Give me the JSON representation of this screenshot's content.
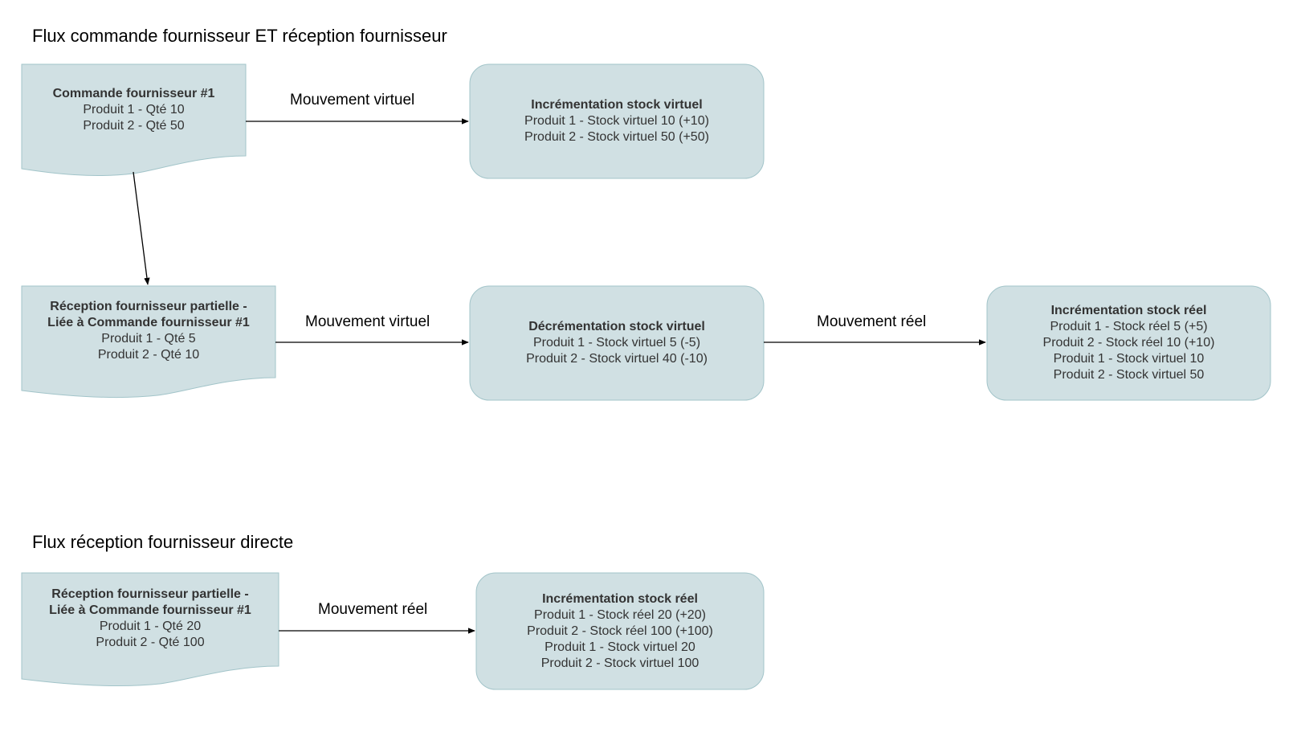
{
  "colors": {
    "node_fill": "#d0e0e3",
    "node_stroke": "#a2c4c9",
    "edge": "#000000",
    "text": "#333333"
  },
  "sections": {
    "order_flow_title": "Flux commande fournisseur ET réception fournisseur",
    "direct_flow_title": "Flux réception fournisseur directe"
  },
  "nodes": {
    "order1": {
      "lines": [
        "Commande fournisseur #1",
        "Produit 1 - Qté 10",
        "Produit 2 - Qté 50"
      ]
    },
    "inc_virtual": {
      "lines": [
        "Incrémentation stock virtuel",
        "Produit 1 - Stock virtuel 10 (+10)",
        "Produit 2 - Stock virtuel 50 (+50)"
      ]
    },
    "partial_reception": {
      "lines": [
        "Réception fournisseur partielle -",
        "Liée à Commande fournisseur #1",
        "Produit 1 - Qté 5",
        "Produit 2 - Qté 10"
      ]
    },
    "dec_virtual": {
      "lines": [
        "Décrémentation stock virtuel",
        "Produit 1 - Stock virtuel 5 (-5)",
        "Produit 2 - Stock virtuel 40 (-10)"
      ]
    },
    "inc_real_1": {
      "lines": [
        "Incrémentation stock réel",
        "Produit 1 - Stock réel 5 (+5)",
        "Produit 2 - Stock réel 10 (+10)",
        "Produit 1 - Stock virtuel 10",
        "Produit 2 - Stock virtuel 50"
      ]
    },
    "direct_reception": {
      "lines": [
        "Réception fournisseur partielle -",
        "Liée à Commande fournisseur #1",
        "Produit 1 - Qté 20",
        "Produit 2 - Qté 100"
      ]
    },
    "inc_real_2": {
      "lines": [
        "Incrémentation stock réel",
        "Produit 1 - Stock réel 20 (+20)",
        "Produit 2 - Stock réel 100 (+100)",
        "Produit 1 - Stock virtuel 20",
        "Produit 2 - Stock virtuel 100"
      ]
    }
  },
  "edges": {
    "order_to_inc_virtual": "Mouvement virtuel",
    "reception_to_dec_virtual": "Mouvement virtuel",
    "dec_virtual_to_inc_real": "Mouvement réel",
    "direct_to_inc_real": "Mouvement réel"
  }
}
